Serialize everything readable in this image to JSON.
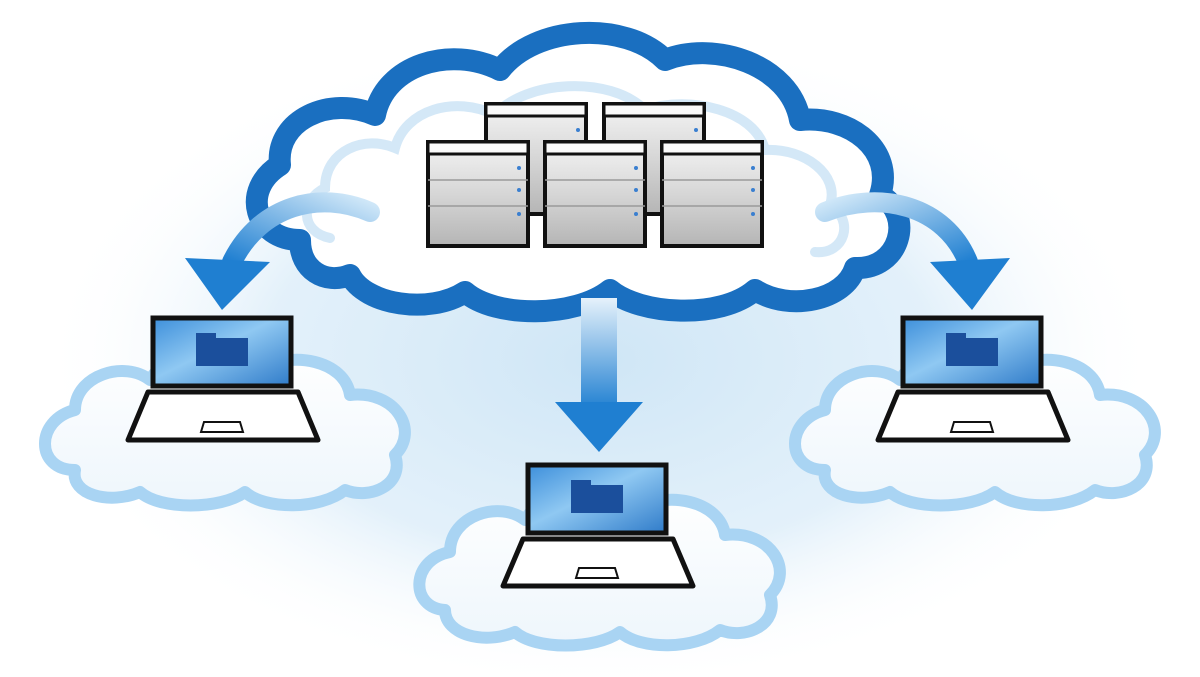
{
  "diagram": {
    "palette": {
      "cloud_outline": "#1a6fc0",
      "cloud_fill": "#ffffff",
      "halo": "#cfe6f6",
      "arrow": "#1f7fd1",
      "arrow_light": "#a9d4f3",
      "server_light": "#f1f1f1",
      "server_mid": "#d4d4d4",
      "server_dark": "#a9a9a9",
      "laptop_screen": "#4aa3e8",
      "folder": "#1b4f9c",
      "outline": "#111111"
    },
    "nodes": [
      {
        "id": "server-cloud",
        "kind": "server-cluster",
        "servers": 5
      },
      {
        "id": "laptop-left",
        "kind": "laptop-client"
      },
      {
        "id": "laptop-center",
        "kind": "laptop-client"
      },
      {
        "id": "laptop-right",
        "kind": "laptop-client"
      }
    ],
    "edges": [
      {
        "from": "server-cloud",
        "to": "laptop-left"
      },
      {
        "from": "server-cloud",
        "to": "laptop-center"
      },
      {
        "from": "server-cloud",
        "to": "laptop-right"
      }
    ],
    "icons": [
      "cloud-icon",
      "server-icon",
      "laptop-icon",
      "folder-icon",
      "arrow-icon"
    ]
  }
}
